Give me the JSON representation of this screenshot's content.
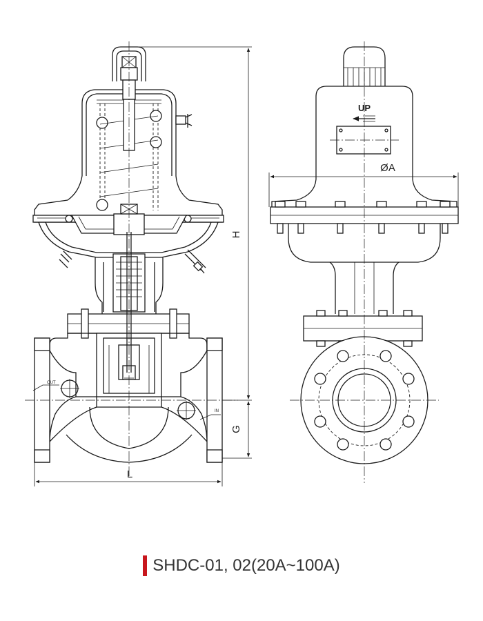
{
  "caption": {
    "title": "SHDC-01, 02(20A~100A)",
    "accent_color": "#c8161d"
  },
  "drawing": {
    "dimension_labels": {
      "height": "H",
      "center_height": "G",
      "length": "L",
      "diameter": "ØA"
    },
    "port_labels": {
      "outlet": "OUT",
      "inlet": "IN"
    },
    "direction_label": "UP"
  }
}
